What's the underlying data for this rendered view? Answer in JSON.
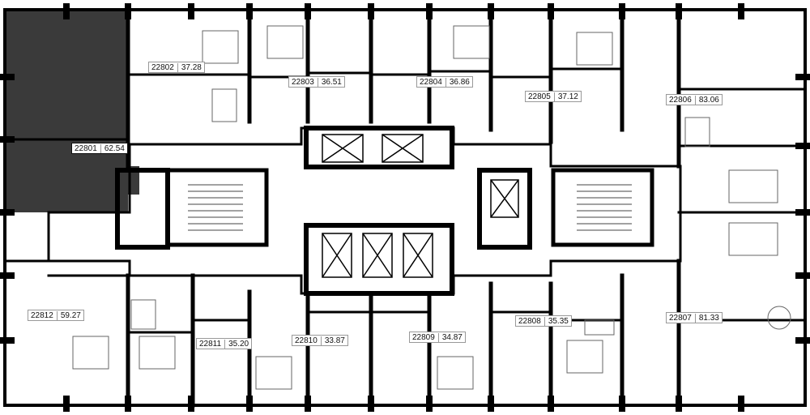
{
  "plan": {
    "selected_unit": "22801",
    "highlight_color": "#3a3a3a",
    "wall_color": "#000000",
    "units": [
      {
        "id": "22801",
        "area": "62.54"
      },
      {
        "id": "22802",
        "area": "37.28"
      },
      {
        "id": "22803",
        "area": "36.51"
      },
      {
        "id": "22804",
        "area": "36.86"
      },
      {
        "id": "22805",
        "area": "37.12"
      },
      {
        "id": "22806",
        "area": "83.06"
      },
      {
        "id": "22807",
        "area": "81.33"
      },
      {
        "id": "22808",
        "area": "35.35"
      },
      {
        "id": "22809",
        "area": "34.87"
      },
      {
        "id": "22810",
        "area": "33.87"
      },
      {
        "id": "22811",
        "area": "35.20"
      },
      {
        "id": "22812",
        "area": "59.27"
      }
    ]
  }
}
